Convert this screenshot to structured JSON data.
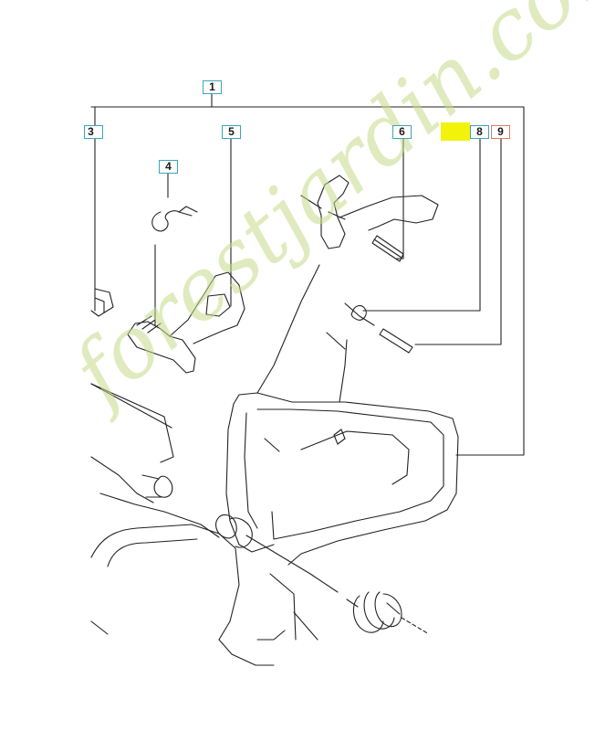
{
  "callouts": {
    "c1": "1",
    "c3": "3",
    "c4": "4",
    "c5": "5",
    "c6": "6",
    "c8": "8",
    "c9": "9"
  },
  "watermark": "forestjardin.com",
  "colors": {
    "callout_border": "#3aa6b9",
    "callout_border_alt": "#e07a5f",
    "highlight": "#f2f20a",
    "line": "#222222",
    "watermark": "#c5dc8a"
  }
}
